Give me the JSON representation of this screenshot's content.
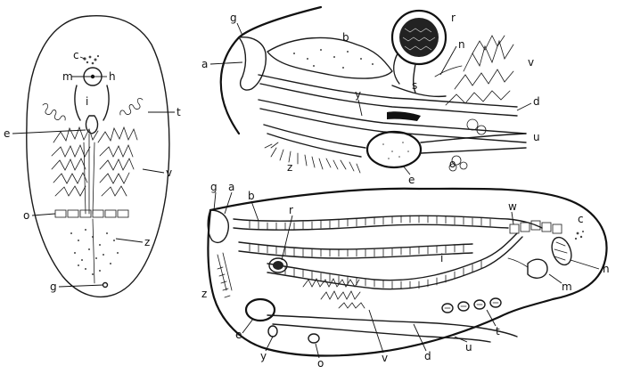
{
  "figure": {
    "panel_left": {
      "labels": [
        "c",
        "m",
        "h",
        "i",
        "e",
        "t",
        "v",
        "o",
        "z",
        "g"
      ]
    },
    "panel_top": {
      "labels": [
        "g",
        "a",
        "b",
        "r",
        "n",
        "v",
        "s",
        "y",
        "d",
        "u",
        "z",
        "e",
        "o"
      ]
    },
    "panel_bottom": {
      "labels": [
        "g",
        "a",
        "b",
        "r",
        "w",
        "c",
        "i",
        "h",
        "m",
        "z",
        "e",
        "y",
        "o",
        "v",
        "d",
        "t",
        "u"
      ]
    }
  },
  "colors": {
    "ink": "#1a1a1a",
    "background": "#ffffff"
  }
}
